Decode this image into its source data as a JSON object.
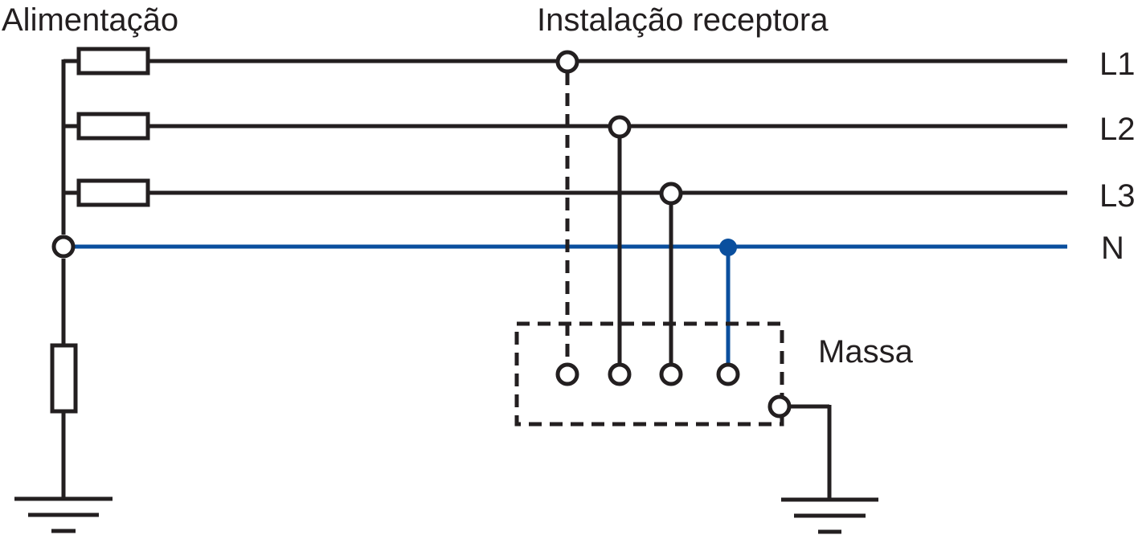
{
  "labels": {
    "supply": "Alimentação",
    "installation": "Instalação receptora",
    "mass": "Massa"
  },
  "conductors": {
    "l1": "L1",
    "l2": "L2",
    "l3": "L3",
    "n": "N"
  },
  "colors": {
    "line": "#231f20",
    "neutral": "#0a4f9e"
  }
}
